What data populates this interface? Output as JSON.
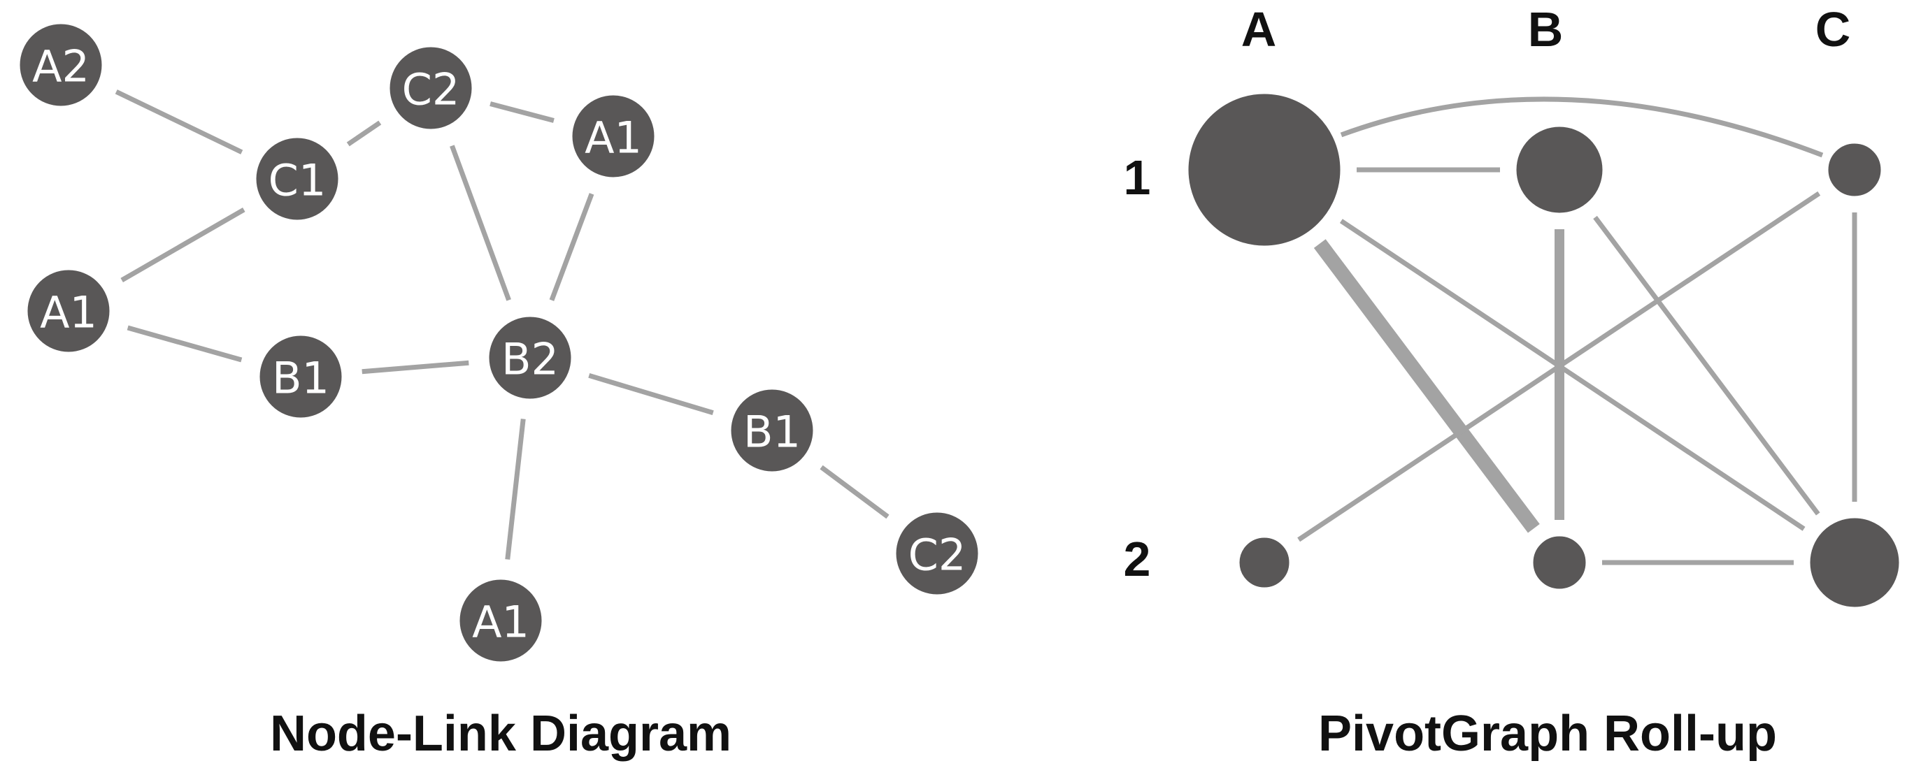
{
  "left_panel": {
    "title": "Node-Link Diagram",
    "nodes": [
      {
        "id": "n1",
        "label": "A2"
      },
      {
        "id": "n2",
        "label": "C2"
      },
      {
        "id": "n3",
        "label": "A1"
      },
      {
        "id": "n4",
        "label": "C1"
      },
      {
        "id": "n5",
        "label": "A1"
      },
      {
        "id": "n6",
        "label": "B1"
      },
      {
        "id": "n7",
        "label": "B2"
      },
      {
        "id": "n8",
        "label": "B1"
      },
      {
        "id": "n9",
        "label": "C2"
      },
      {
        "id": "n10",
        "label": "A1"
      }
    ],
    "edges": [
      [
        "n1",
        "n4"
      ],
      [
        "n4",
        "n2"
      ],
      [
        "n2",
        "n3"
      ],
      [
        "n4",
        "n5"
      ],
      [
        "n5",
        "n6"
      ],
      [
        "n6",
        "n7"
      ],
      [
        "n2",
        "n7"
      ],
      [
        "n3",
        "n7"
      ],
      [
        "n7",
        "n8"
      ],
      [
        "n8",
        "n9"
      ],
      [
        "n7",
        "n10"
      ]
    ],
    "colors": {
      "node": "#595757",
      "edge": "#a3a3a3",
      "label": "#ffffff"
    }
  },
  "right_panel": {
    "title": "PivotGraph Roll-up",
    "columns": [
      "A",
      "B",
      "C"
    ],
    "rows": [
      "1",
      "2"
    ],
    "nodes": [
      {
        "id": "A1",
        "col": "A",
        "row": "1",
        "weight": 4
      },
      {
        "id": "B1",
        "col": "B",
        "row": "1",
        "weight": 2
      },
      {
        "id": "C1",
        "col": "C",
        "row": "1",
        "weight": 1
      },
      {
        "id": "A2",
        "col": "A",
        "row": "2",
        "weight": 1
      },
      {
        "id": "B2",
        "col": "B",
        "row": "2",
        "weight": 1
      },
      {
        "id": "C2",
        "col": "C",
        "row": "2",
        "weight": 2
      }
    ],
    "edges": [
      {
        "from": "A1",
        "to": "B1",
        "weight": 1
      },
      {
        "from": "A1",
        "to": "C1",
        "weight": 1
      },
      {
        "from": "A1",
        "to": "B2",
        "weight": 3
      },
      {
        "from": "A1",
        "to": "C2",
        "weight": 1
      },
      {
        "from": "B1",
        "to": "B2",
        "weight": 2
      },
      {
        "from": "B1",
        "to": "C2",
        "weight": 1
      },
      {
        "from": "C1",
        "to": "A2",
        "weight": 1
      },
      {
        "from": "C1",
        "to": "C2",
        "weight": 1
      },
      {
        "from": "B2",
        "to": "C2",
        "weight": 1
      }
    ],
    "colors": {
      "node": "#595757",
      "edge": "#a3a3a3"
    }
  }
}
